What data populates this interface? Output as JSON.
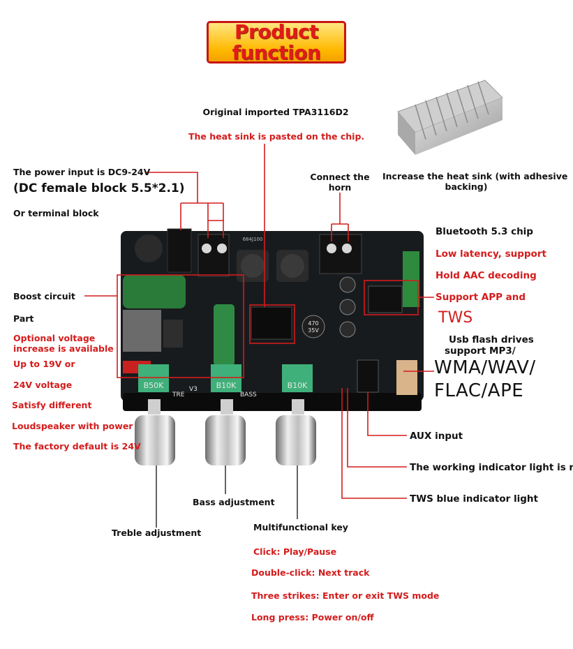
{
  "title": {
    "line1": "Product",
    "line2": "function"
  },
  "chip": {
    "name": "Original imported TPA3116D2",
    "note": "The heat sink is pasted on the chip."
  },
  "power": {
    "line1": "The power input is DC9-24V",
    "line2": "(DC female block 5.5*2.1)",
    "line3": "Or terminal block"
  },
  "horn": {
    "line1": "Connect the",
    "line2": "horn"
  },
  "heatsink": {
    "line1": "Increase the heat sink (with adhesive",
    "line2": "backing)"
  },
  "bluetooth": {
    "title": "Bluetooth 5.3 chip",
    "line1": "Low latency, support",
    "line2": "Hold AAC decoding",
    "line3": "Support APP and",
    "line4": "TWS"
  },
  "usb": {
    "line1": "Usb flash drives",
    "line2": "support MP3/",
    "line3": "WMA/WAV/",
    "line4": "FLAC/APE"
  },
  "boost": {
    "title": "Boost circuit",
    "part": "Part",
    "lines": [
      "Optional voltage",
      "increase is available",
      "Up to 19V or",
      "24V voltage",
      "Satisfy different",
      "Loudspeaker with power",
      "The factory default is 24V"
    ]
  },
  "aux": "AUX input",
  "working_light": "The working indicator light is red",
  "tws_light": "TWS blue indicator light",
  "bass": "Bass adjustment",
  "treble": "Treble adjustment",
  "key": {
    "title": "Multifunctional key",
    "click": "Click: Play/Pause",
    "double": "Double-click: Next track",
    "triple": "Three strikes: Enter or exit TWS mode",
    "long": "Long press: Power on/off"
  },
  "board": {
    "knob1": "B50K",
    "knob2": "B10K",
    "knob3": "B10K",
    "tre": "TRE",
    "bass": "BASS",
    "v3": "V3",
    "cap1": "470",
    "cap2": "35V",
    "inductor": "684J100"
  },
  "colors": {
    "accent": "#d41c1c",
    "pcb": "#181b1e",
    "title_fill": "#ffc400"
  }
}
